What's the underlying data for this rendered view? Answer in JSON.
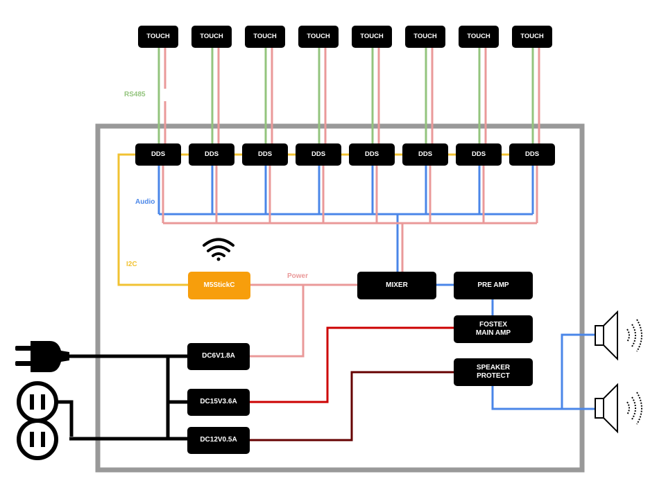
{
  "touch_label": "TOUCH",
  "dds_label": "DDS",
  "labels": {
    "rs485": "RS485",
    "audio": "Audio",
    "i2c": "I2C",
    "power": "Power"
  },
  "blocks": {
    "m5stickc": "M5StickC",
    "mixer": "MIXER",
    "pre_amp": "PRE AMP",
    "main_amp": "FOSTEX\nMAIN AMP",
    "speaker_protect": "SPEAKER\nPROTECT",
    "dc6v": "DC6V1.8A",
    "dc15v": "DC15V3.6A",
    "dc12v": "DC12V0.5A"
  },
  "colors": {
    "rs485": "#93c47d",
    "power": "#ea9999",
    "audio": "#4a86e8",
    "i2c": "#f1c232",
    "m5stickc": "#f79e0c",
    "dc15v_line": "#cc0000",
    "dc12v_line": "#660000",
    "enclosure": "#999999"
  },
  "icons": [
    "wifi-icon",
    "power-plug-icon",
    "wall-outlet-icon",
    "speaker-icon"
  ]
}
